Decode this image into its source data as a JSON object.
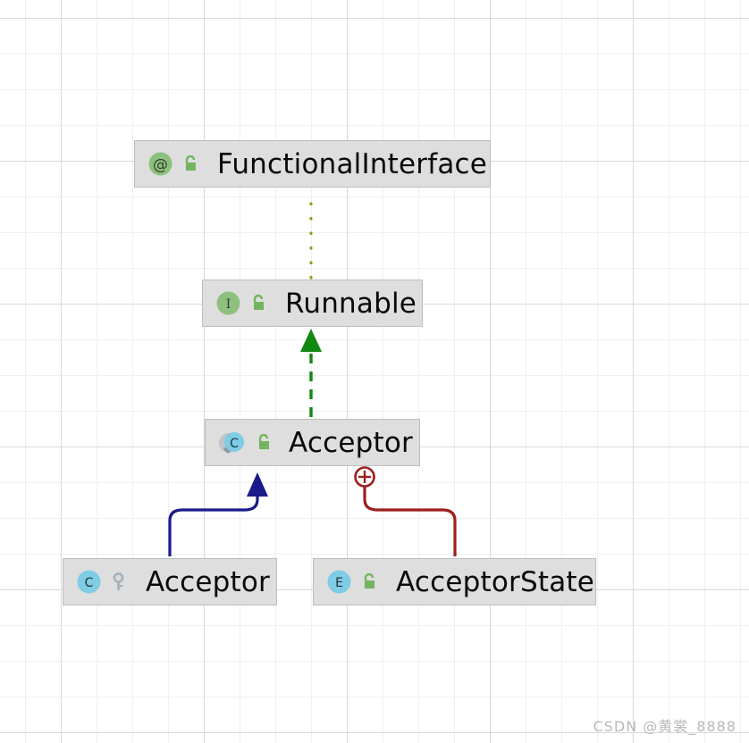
{
  "diagram": {
    "title": "UML class hierarchy diagram",
    "background": "#ffffff",
    "grid": {
      "minor_color": "#f0f0f0",
      "major_color": "#d8d8d8",
      "minor_size": 40,
      "major_size": 160
    },
    "nodes": [
      {
        "id": "functionalinterface",
        "label": "FunctionalInterface",
        "kind": "annotation",
        "icons": [
          "annotation-icon",
          "unlock-public-icon"
        ],
        "icon_color": "#8dc07f",
        "fill": "#dedede",
        "border": "#bdbdbd"
      },
      {
        "id": "runnable",
        "label": "Runnable",
        "kind": "interface",
        "icons": [
          "interface-icon",
          "unlock-public-icon"
        ],
        "icon_color": "#8dc07f",
        "fill": "#dedede",
        "border": "#bdbdbd"
      },
      {
        "id": "acceptor-abstract",
        "label": "Acceptor",
        "kind": "abstract-class",
        "icons": [
          "abstract-class-icon",
          "unlock-public-icon"
        ],
        "icon_color": "#7fcce4",
        "fill": "#dedede",
        "border": "#bdbdbd"
      },
      {
        "id": "acceptor-class",
        "label": "Acceptor",
        "kind": "class",
        "icons": [
          "class-icon",
          "key-private-icon"
        ],
        "icon_color": "#7fcce4",
        "fill": "#dedede",
        "border": "#bdbdbd"
      },
      {
        "id": "acceptorstate",
        "label": "AcceptorState",
        "kind": "enum",
        "icons": [
          "enum-icon",
          "unlock-public-icon"
        ],
        "icon_color": "#7fcce4",
        "fill": "#dedede",
        "border": "#bdbdbd"
      }
    ],
    "edges": [
      {
        "id": "annotation-edge",
        "from": "runnable",
        "to": "functionalinterface",
        "style": "dotted",
        "color": "#9a9a18",
        "arrow": "none",
        "relation": "annotated-by"
      },
      {
        "id": "realization-edge",
        "from": "acceptor-abstract",
        "to": "runnable",
        "style": "dashed",
        "color": "#118811",
        "arrow": "solid-triangle",
        "relation": "implements"
      },
      {
        "id": "inheritance-edge",
        "from": "acceptor-class",
        "to": "acceptor-abstract",
        "style": "solid",
        "color": "#1a1a8c",
        "arrow": "solid-triangle",
        "relation": "extends"
      },
      {
        "id": "inner-class-edge",
        "from": "acceptorstate",
        "to": "acceptor-abstract",
        "style": "solid",
        "color": "#9d1f1f",
        "arrow": "circle-plus",
        "relation": "inner-class"
      }
    ]
  },
  "watermark": {
    "text": "CSDN @黄裳_8888",
    "color": "#b9b9b9"
  }
}
